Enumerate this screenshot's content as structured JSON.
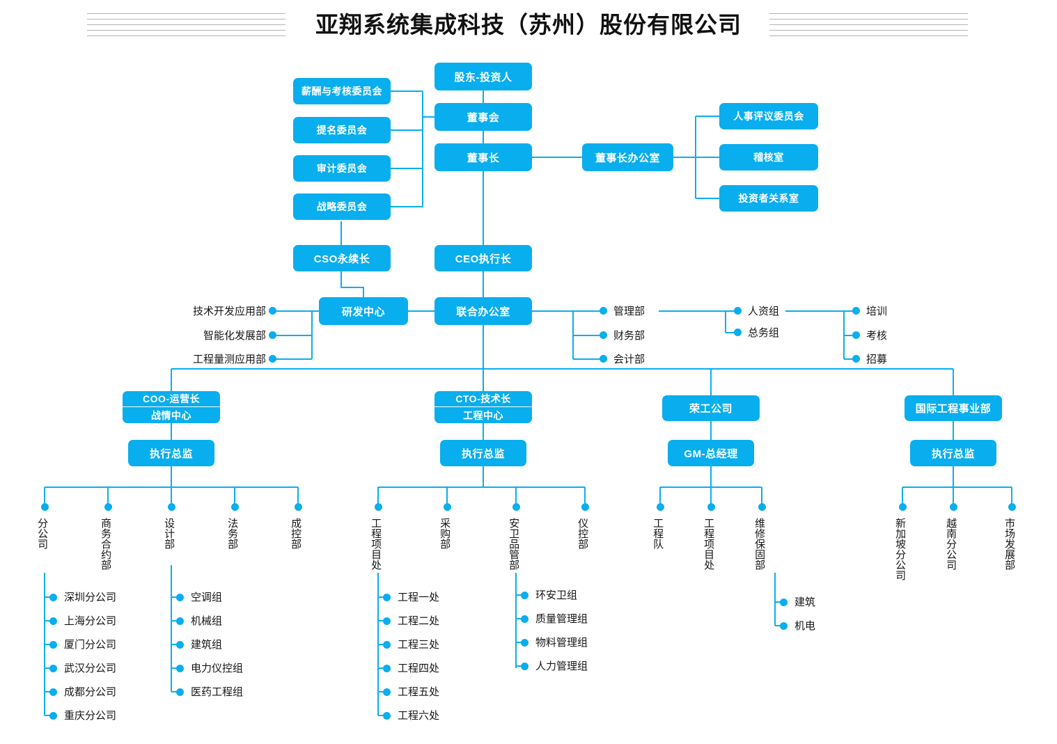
{
  "header": {
    "title": "亚翔系统集成科技（苏州）股份有限公司",
    "rule_count": 5,
    "accent_color": "#09AEEE",
    "rule_color": "#b3b3b3"
  },
  "chart_data": {
    "type": "diagram",
    "title": "亚翔系统集成科技（苏州）股份有限公司",
    "diagram_kind": "organization-chart"
  },
  "nodes": {
    "shareholders": "股东-投资人",
    "board": "董事会",
    "chairman": "董事长",
    "chairman_office": "董事长办公室",
    "committee_comp": "薪酬与考核委员会",
    "committee_nomination": "提名委员会",
    "committee_audit": "审计委员会",
    "committee_strategy": "战略委员会",
    "hr_review_committee": "人事评议委员会",
    "audit_room": "稽核室",
    "investor_relations": "投资者关系室",
    "cso": "CSO永续长",
    "ceo": "CEO执行长",
    "rnd_center": "研发中心",
    "joint_office": "联合办公室",
    "coo_top": "COO-运营长",
    "coo_bottom": "战情中心",
    "coo_director": "执行总监",
    "cto_top": "CTO-技术长",
    "cto_bottom": "工程中心",
    "cto_director": "执行总监",
    "ronggong": "荣工公司",
    "ronggong_gm": "GM-总经理",
    "intl_div": "国际工程事业部",
    "intl_director": "执行总监"
  },
  "rnd_departments": [
    "技术开发应用部",
    "智能化发展部",
    "工程量测应用部"
  ],
  "joint_office_departments": [
    "管理部",
    "财务部",
    "会计部"
  ],
  "admin_groups": [
    "人资组",
    "总务组"
  ],
  "hr_functions": [
    "培训",
    "考核",
    "招募"
  ],
  "coo_departments": [
    "分公司",
    "商务合约部",
    "设计部",
    "法务部",
    "成控部"
  ],
  "branch_offices": [
    "深圳分公司",
    "上海分公司",
    "厦门分公司",
    "武汉分公司",
    "成都分公司",
    "重庆分公司"
  ],
  "design_groups": [
    "空调组",
    "机械组",
    "建筑组",
    "电力仪控组",
    "医药工程组"
  ],
  "cto_departments": [
    "工程项目处",
    "采购部",
    "安卫品管部",
    "仪控部"
  ],
  "engineering_offices": [
    "工程一处",
    "工程二处",
    "工程三处",
    "工程四处",
    "工程五处",
    "工程六处"
  ],
  "safety_quality_groups": [
    "环安卫组",
    "质量管理组",
    "物料管理组",
    "人力管理组"
  ],
  "ronggong_departments": [
    "工程队",
    "工程项目处",
    "维修保固部"
  ],
  "maintenance_groups": [
    "建筑",
    "机电"
  ],
  "intl_departments": [
    "新加坡分公司",
    "越南分公司",
    "市场发展部"
  ]
}
